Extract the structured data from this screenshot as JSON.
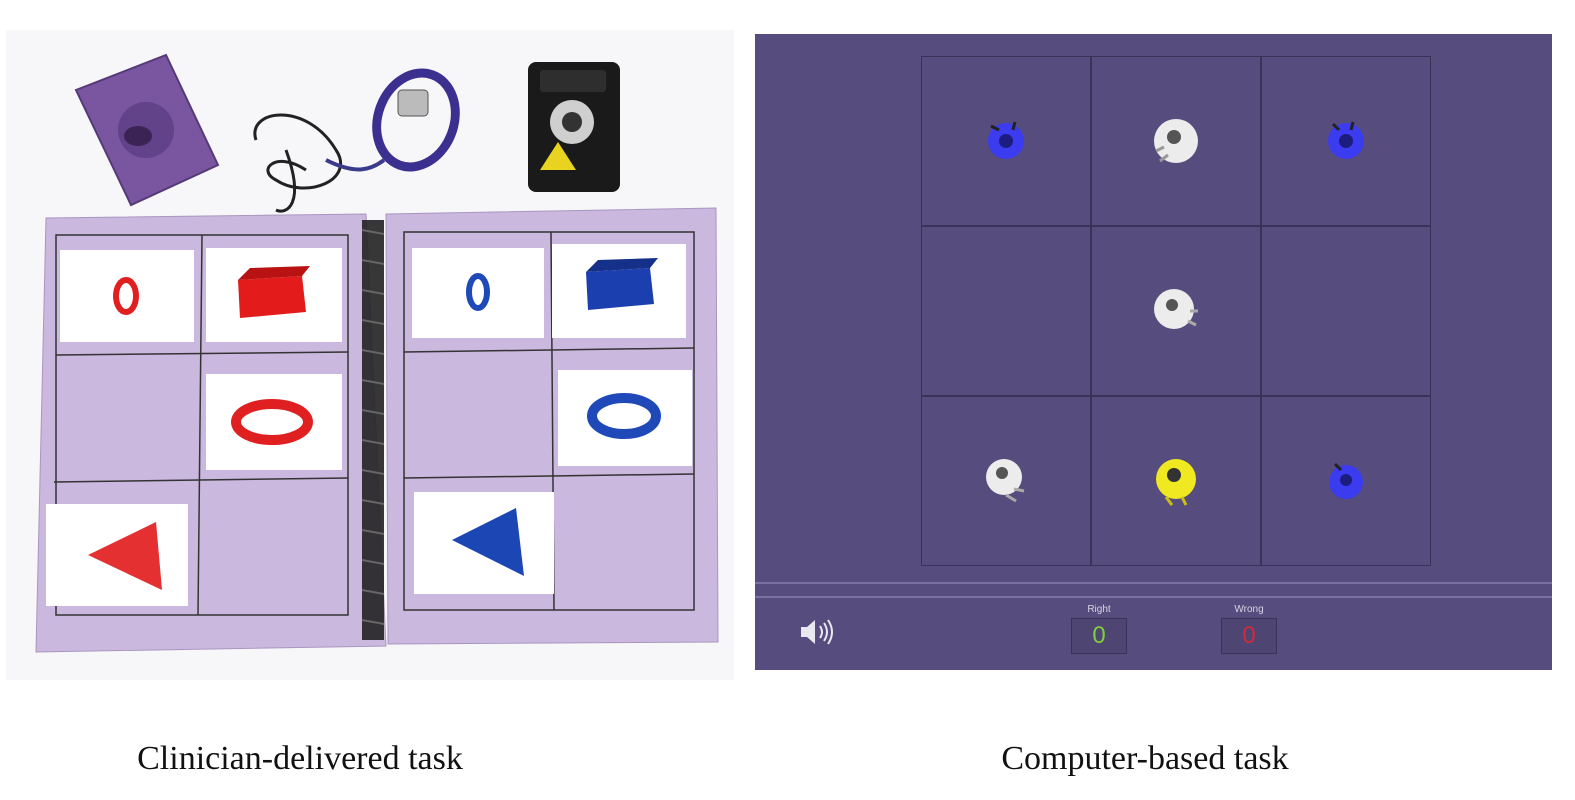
{
  "captions": {
    "left": "Clinician-delivered task",
    "right": "Computer-based task"
  },
  "computer_task": {
    "colors": {
      "background": "#564c7d",
      "grid_line": "#3a3258",
      "right_score": "#7ccf3a",
      "wrong_score": "#d12a3a"
    },
    "grid": [
      [
        "blue-gear",
        "white-gear",
        "blue-gear"
      ],
      [
        "",
        "white-gear",
        ""
      ],
      [
        "white-gear",
        "yellow-gear",
        "blue-gear"
      ]
    ],
    "right_label": "Right",
    "right_value": "0",
    "wrong_label": "Wrong",
    "wrong_value": "0",
    "sound_icon": "speaker-icon"
  }
}
